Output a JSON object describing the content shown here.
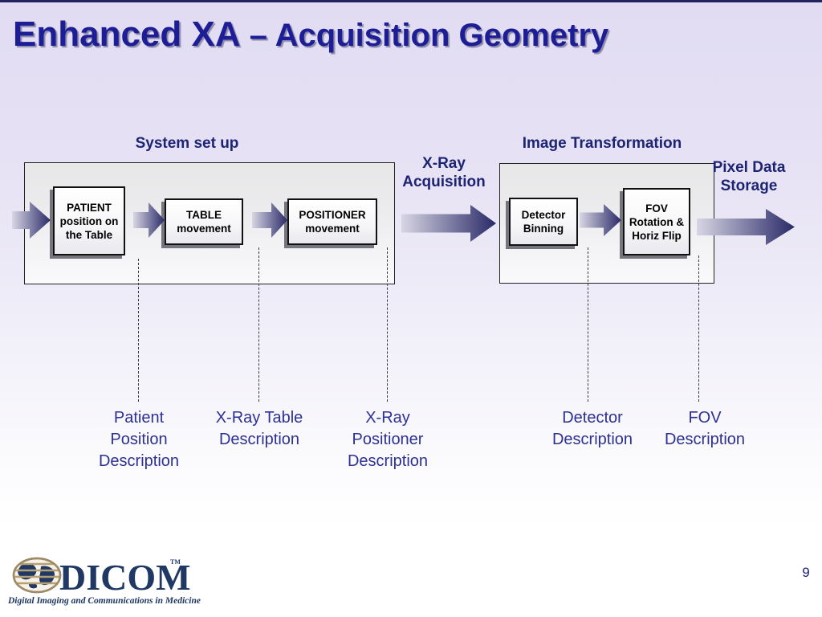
{
  "title": {
    "main": "Enhanced XA",
    "separator": " – ",
    "sub": "Acquisition Geometry"
  },
  "page_number": "9",
  "diagram": {
    "system_group_label": "System set up",
    "image_group_label": "Image Transformation",
    "xray_acquisition_label": "X-Ray Acquisition",
    "pixel_data_storage_label": "Pixel Data Storage",
    "boxes": {
      "patient": "PATIENT position on the Table",
      "table": "TABLE movement",
      "positioner": "POSITIONER movement",
      "detector": "Detector Binning",
      "fov": "FOV Rotation & Horiz Flip"
    },
    "descriptions": {
      "patient_position": "Patient Position Description",
      "xray_table": "X-Ray Table Description",
      "xray_positioner": "X-Ray Positioner Description",
      "detector": "Detector Description",
      "fov": "FOV Description"
    }
  },
  "footer": {
    "logo_text": "DICOM",
    "logo_tm": "TM",
    "tagline": "Digital Imaging and Communications in Medicine"
  },
  "colors": {
    "title_navy": "#1d1d96",
    "label_navy": "#1c2473",
    "description_blue": "#2c3193",
    "arrow_dark": "#2a2a68",
    "arrow_light": "#d8d6e4",
    "box_shadow_gray": "#75757d",
    "logo_navy": "#1f3864",
    "logo_gold": "#9d8a66",
    "background_lavender": "#e1dcf2"
  }
}
